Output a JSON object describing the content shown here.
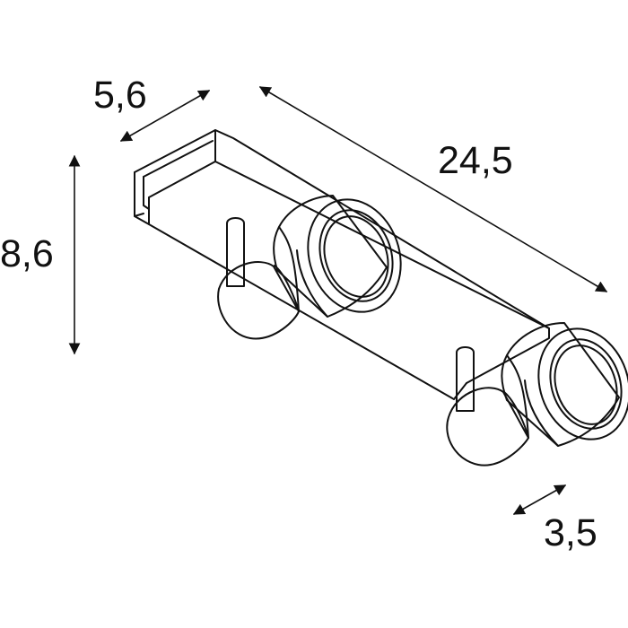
{
  "dimensions": {
    "width_label": "5,6",
    "length_label": "24,5",
    "height_label": "8,6",
    "head_label": "3,5"
  },
  "colors": {
    "ink": "#111111",
    "background": "#ffffff"
  },
  "icons": {
    "arrowhead": "arrowhead-icon"
  }
}
